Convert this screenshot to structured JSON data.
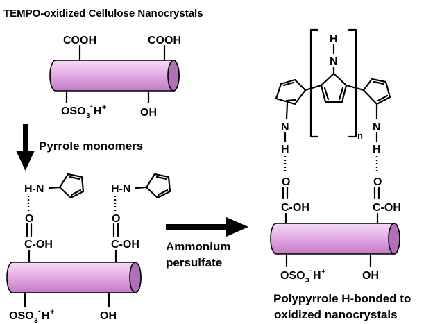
{
  "title": "TEMPO-oxidized Cellulose Nanocrystals",
  "labels": {
    "cooh": "COOH",
    "oso3": "OSO",
    "sub3": "3",
    "sup_minus": "-",
    "h": "H",
    "sup_plus": "+",
    "oh": "OH",
    "n": "N",
    "h_dash_n": "H-N",
    "o": "O",
    "c_oh": "C-OH",
    "index_n": "n"
  },
  "steps": {
    "step1_reagent": "Pyrrole monomers",
    "step2_reagent_line1": "Ammonium",
    "step2_reagent_line2": "persulfate"
  },
  "product_caption": {
    "line1": "Polypyrrole H-bonded to",
    "line2": "oxidized nanocrystals"
  },
  "colors": {
    "cylinder_body": "#e8b8e8",
    "cylinder_cap": "#b070b8",
    "line": "#000000"
  }
}
